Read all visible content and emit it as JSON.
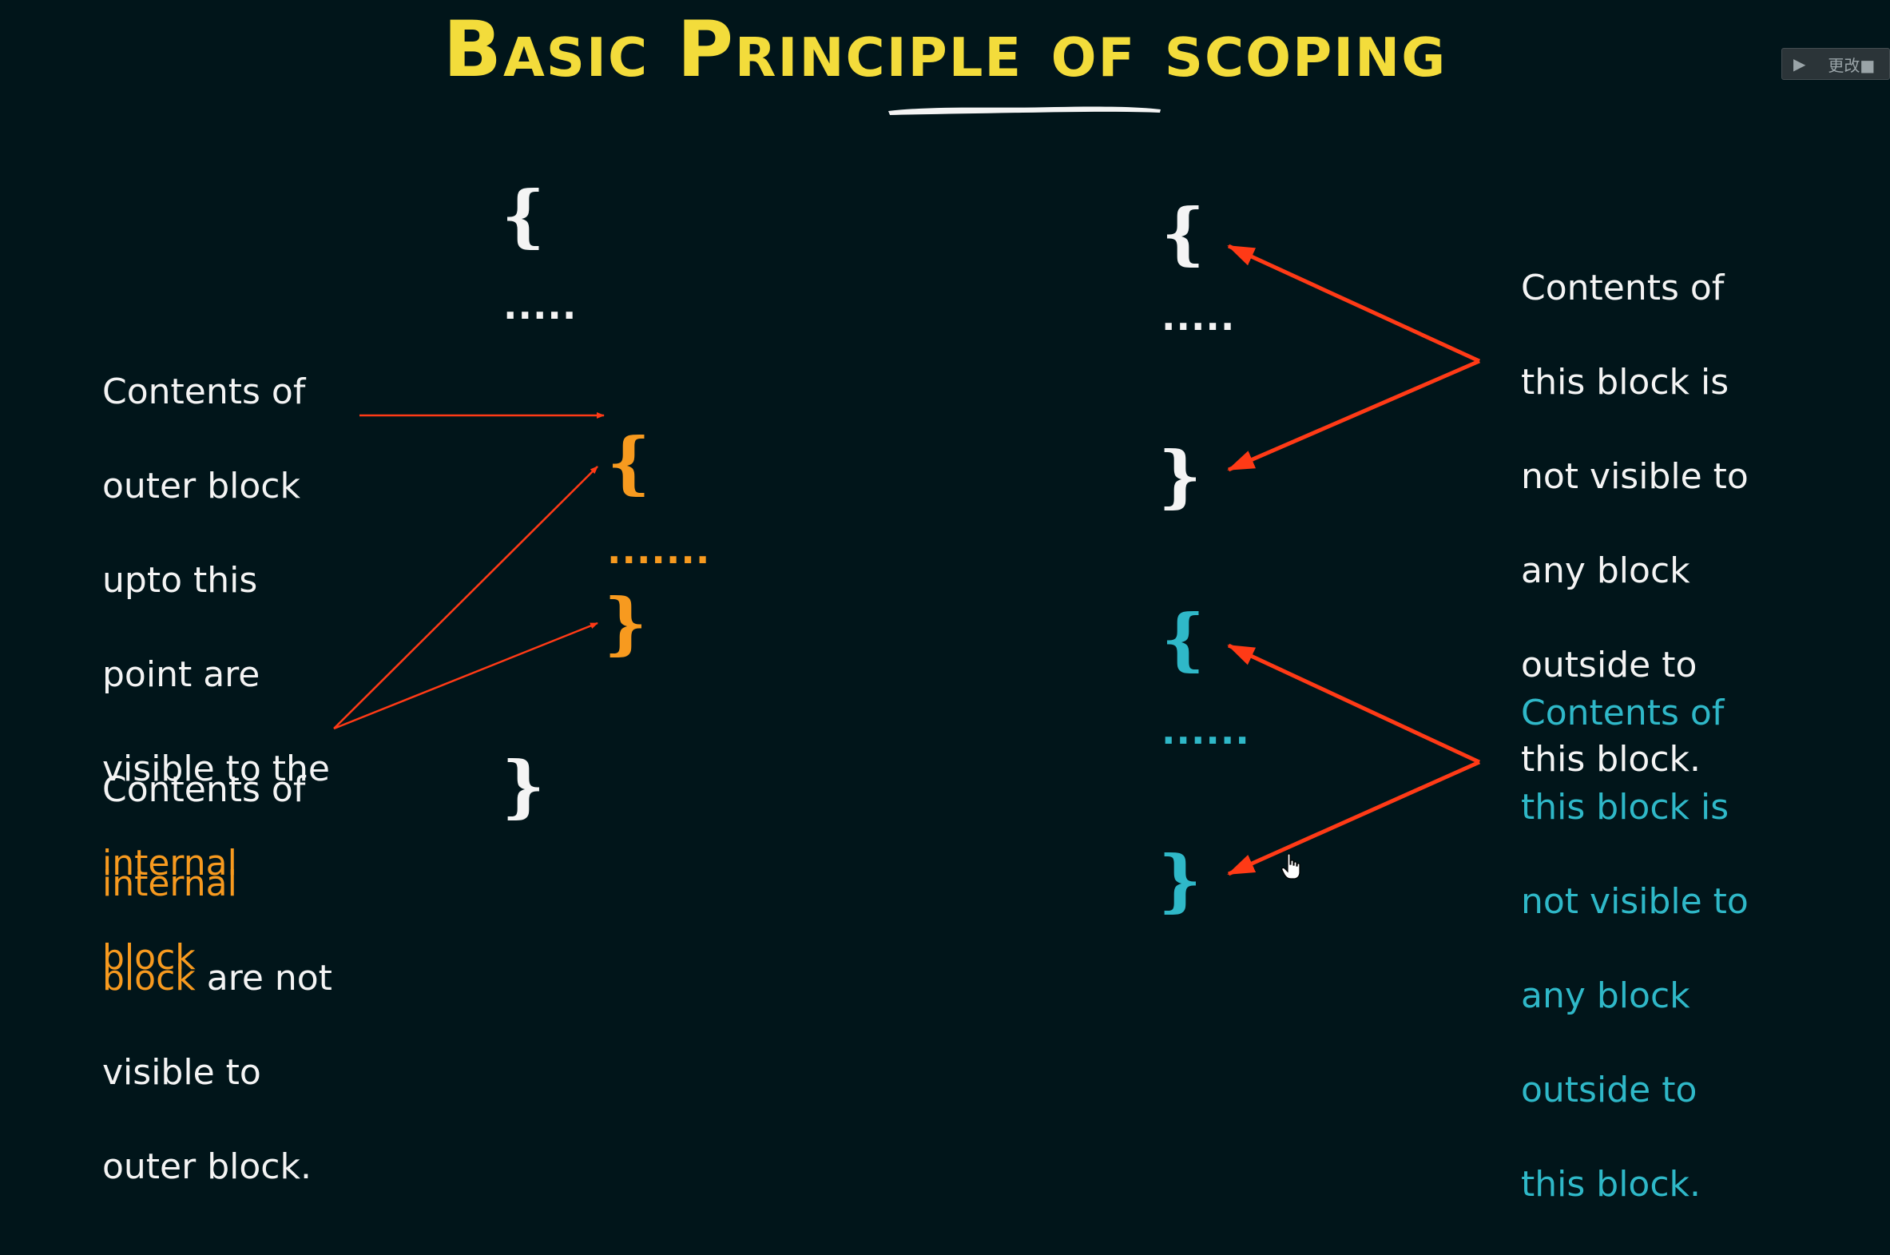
{
  "title": "Basic Principle of scoping",
  "player": {
    "play_icon": "play-icon",
    "label": "更改■"
  },
  "left_diagram": {
    "outer_open": "{",
    "outer_dots": ".....",
    "inner_open": "{",
    "inner_dots": ".......",
    "inner_close": "}",
    "outer_close": "}"
  },
  "right_diagram": {
    "block1_open": "{",
    "block1_dots": ".....",
    "block1_close": "}",
    "block2_open": "{",
    "block2_dots": "......",
    "block2_close": "}"
  },
  "notes": {
    "outer_visible": {
      "lines": [
        "Contents of",
        "outer block",
        "upto this",
        "point are",
        "visible to the"
      ],
      "highlight_lines": [
        "internal",
        "block"
      ]
    },
    "internal_not_visible": {
      "line1": "Contents of",
      "highlight1": "internal",
      "highlight2": "block",
      "line3_rest": " are not",
      "line4": "visible to",
      "line5": "outer block."
    },
    "block1_not_visible": {
      "lines": [
        "Contents of",
        "this block is",
        "not visible to",
        "any block",
        "outside to",
        "this block."
      ]
    },
    "block2_not_visible": {
      "lines": [
        "Contents of",
        "this block is",
        "not visible to",
        "any block",
        "outside to",
        "this block."
      ]
    }
  },
  "colors": {
    "background": "#01151a",
    "title": "#f3dc3b",
    "orange": "#f79a1f",
    "cyan": "#2fb8c8",
    "arrow": "#ff3a16",
    "text": "#f4f4f4"
  },
  "icons": {
    "cursor": "hand-pointer-icon"
  }
}
